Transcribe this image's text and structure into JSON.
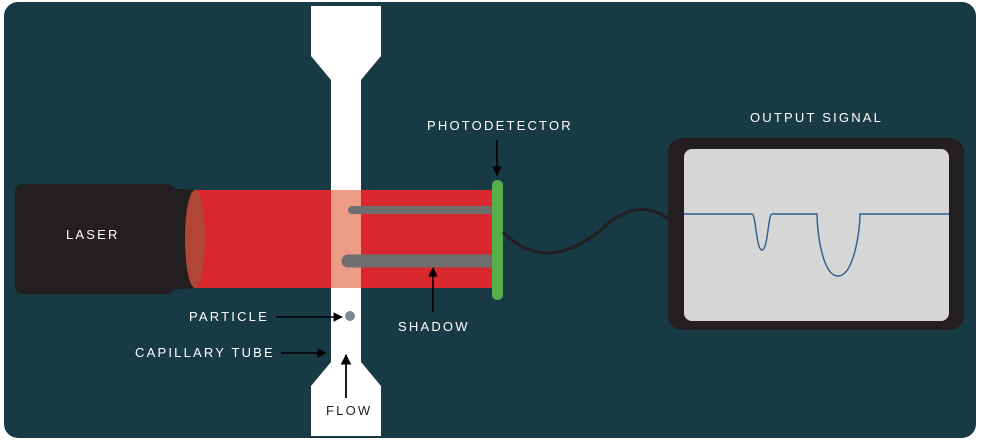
{
  "colors": {
    "background": "#183a45",
    "laser_body": "#231f20",
    "laser_lens": "#b14638",
    "beam": "#d8282e",
    "beam_overlap": "#ec9c86",
    "tube": "#ffffff",
    "detector": "#58ae48",
    "screen_frame": "#231f20",
    "screen": "#d6d6d6",
    "signal_trace": "#2e5c8e",
    "shadow": "#6e6e6e",
    "arrow": "#000000"
  },
  "labels": {
    "laser": "LASER",
    "photodetector": "PHOTODETECTOR",
    "output_signal": "OUTPUT SIGNAL",
    "particle": "PARTICLE",
    "shadow": "SHADOW",
    "capillary_tube": "CAPILLARY TUBE",
    "flow": "FLOW"
  },
  "icons": {
    "particle": "dot",
    "flow_direction": "arrow-up",
    "label_pointers": "arrow-right",
    "detector_pointer": "arrow-down",
    "shadow_pointer": "arrow-up"
  }
}
